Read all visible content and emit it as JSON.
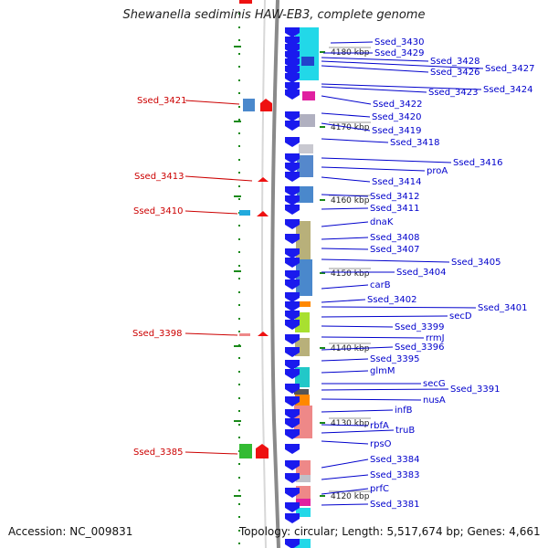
{
  "title": "Shewanella sediminis HAW-EB3, complete genome",
  "accession_text": "Accession: NC_009831",
  "summary_text": "Topology: circular; Length: 5,517,674 bp; Genes: 4,661",
  "colors": {
    "label_blue": "#0000cc",
    "label_red": "#cc0000",
    "gene_blue": "#1a1aee",
    "backbone": "#8a8a8a",
    "tick_green": "#1a8a1a"
  },
  "kbp_markers": [
    "4180 kbp",
    "4170 kbp",
    "4160 kbp",
    "4150 kbp",
    "4140 kbp",
    "4130 kbp",
    "4120 kbp"
  ],
  "right_labels": [
    "Ssed_3430",
    "Ssed_3429",
    "Ssed_3428",
    "Ssed_3427",
    "Ssed_3426",
    "Ssed_3424",
    "Ssed_3423",
    "Ssed_3422",
    "Ssed_3420",
    "Ssed_3419",
    "Ssed_3418",
    "Ssed_3416",
    "proA",
    "Ssed_3414",
    "Ssed_3412",
    "Ssed_3411",
    "dnaK",
    "Ssed_3408",
    "Ssed_3407",
    "Ssed_3405",
    "Ssed_3404",
    "carB",
    "Ssed_3402",
    "Ssed_3401",
    "secD",
    "Ssed_3399",
    "rrmJ",
    "Ssed_3396",
    "Ssed_3395",
    "glmM",
    "secG",
    "Ssed_3391",
    "nusA",
    "infB",
    "rbfA",
    "truB",
    "rpsO",
    "Ssed_3384",
    "Ssed_3383",
    "prfC",
    "Ssed_3381"
  ],
  "left_labels": [
    "Ssed_3421",
    "Ssed_3413",
    "Ssed_3410",
    "Ssed_3398",
    "Ssed_3385"
  ]
}
